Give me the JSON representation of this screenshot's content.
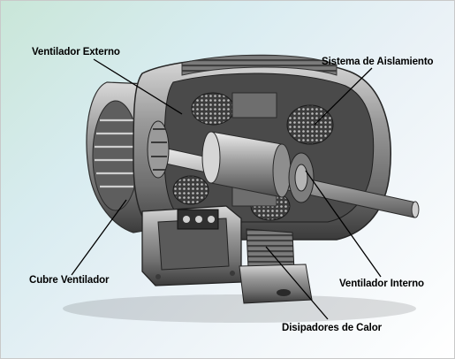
{
  "labels": {
    "ventilador_externo": "Ventilador Externo",
    "sistema_aislamiento": "Sistema de Aislamiento",
    "cubre_ventilador": "Cubre Ventilador",
    "ventilador_interno": "Ventilador Interno",
    "disipadores_calor": "Disipadores de Calor"
  }
}
